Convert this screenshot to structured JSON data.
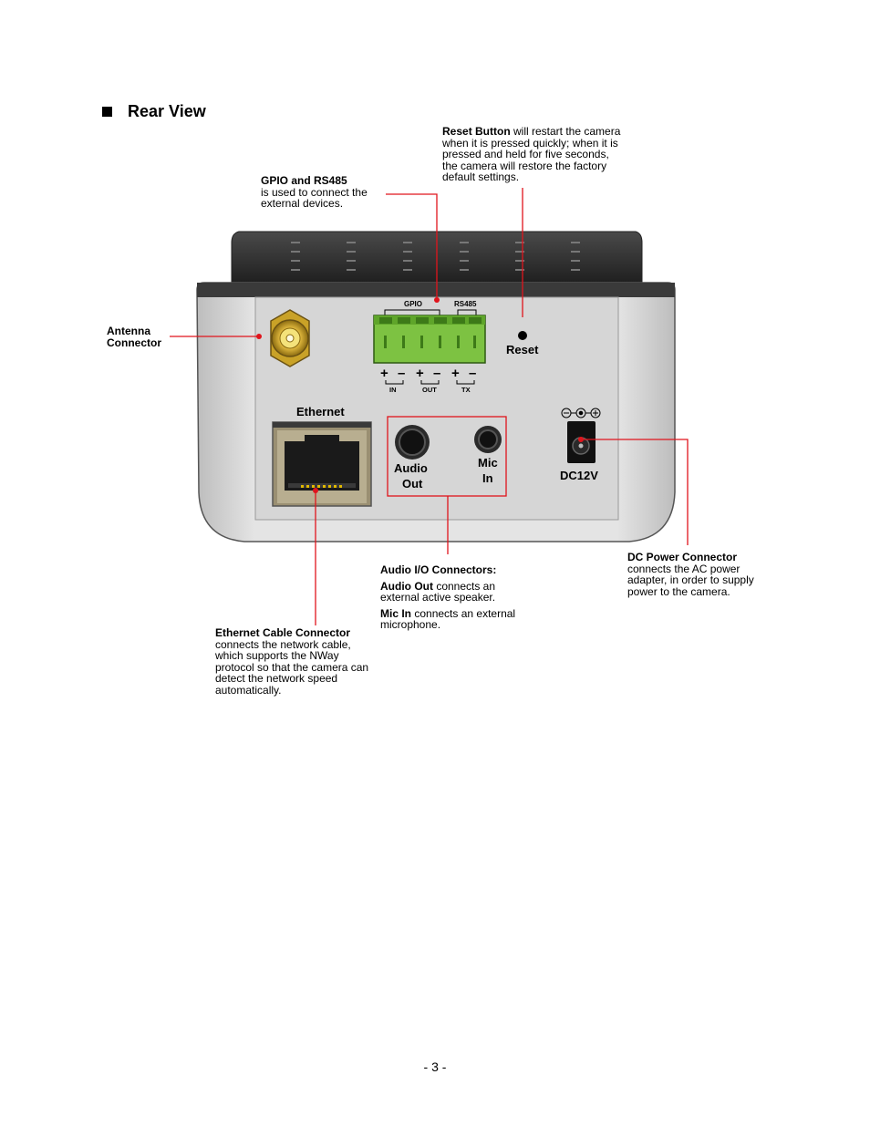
{
  "heading": "Rear View",
  "callouts": {
    "reset": {
      "title": "Reset Button",
      "text": " will restart the camera when it is pressed quickly; when it is pressed and held for five seconds, the camera will restore the factory default settings."
    },
    "gpio": {
      "title": "GPIO and RS485",
      "text": "is used to connect the external devices."
    },
    "antenna": {
      "line1": "Antenna",
      "line2": "Connector"
    },
    "audio": {
      "title": "Audio I/O Connectors:",
      "out_title": "Audio Out",
      "out_text": " connects an external active speaker.",
      "mic_title": "Mic In",
      "mic_text": " connects an external microphone."
    },
    "dc": {
      "title": "DC Power Connector",
      "text": "connects the AC power adapter, in order to supply power to the camera."
    },
    "ethernet": {
      "title": "Ethernet Cable Connector",
      "text": "connects the network cable, which supports the NWay protocol so that the camera can detect the network speed automatically."
    }
  },
  "panel_labels": {
    "gpio": "GPIO",
    "rs485": "RS485",
    "reset": "Reset",
    "in": "IN",
    "out": "OUT",
    "tx": "TX",
    "ethernet": "Ethernet",
    "audio_out_1": "Audio",
    "audio_out_2": "Out",
    "mic_in_1": "Mic",
    "mic_in_2": "In",
    "dc12v": "DC12V"
  },
  "colors": {
    "leader": "#e0141c",
    "terminal_green": "#7dc242",
    "panel_gray": "#d2d2d2",
    "housing_dark": "#3a3a3a"
  },
  "page_number": "- 3 -"
}
